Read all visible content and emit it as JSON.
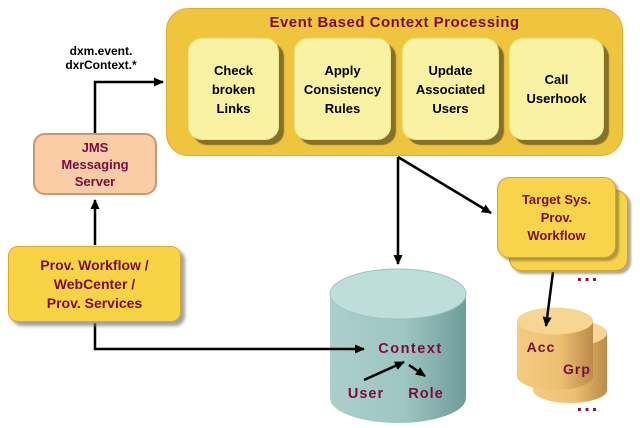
{
  "processing": {
    "title": "Event Based Context Processing",
    "steps": [
      {
        "label": "Check\nbroken\nLinks"
      },
      {
        "label": "Apply\nConsistency\nRules"
      },
      {
        "label": "Update\nAssociated\nUsers"
      },
      {
        "label": "Call\nUserhook"
      }
    ]
  },
  "event_label": "dxm.event.\ndxrContext.*",
  "jms_server": {
    "label": "JMS\nMessaging\nServer"
  },
  "prov_workflow": {
    "label": "Prov. Workflow /\nWebCenter /\nProv. Services"
  },
  "target_system": {
    "label": "Target Sys.\nProv.\nWorkflow",
    "ellipsis": "..."
  },
  "context_store": {
    "context": "Context",
    "user": "User",
    "role": "Role"
  },
  "account_store": {
    "acc": "Acc",
    "grp": "Grp",
    "ellipsis": "..."
  },
  "colors": {
    "maroon_text": "#7B0B3D",
    "gold_container": "#EFC53E",
    "pale_yellow_step": "#F8F2A2",
    "bright_gold_box": "#F8D445",
    "peach_jms": "#FACDA6",
    "teal_cylinder": "#BDDEDA",
    "gold_cylinder": "#F6D692",
    "arrow": "#000000"
  }
}
